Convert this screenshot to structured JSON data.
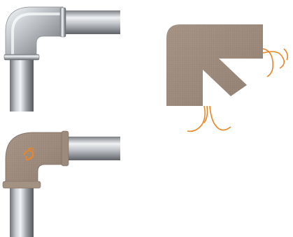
{
  "illustration": {
    "panels": [
      {
        "id": "metal-elbow",
        "description_icon": "steel-elbow-pipe"
      },
      {
        "id": "wrap-template",
        "description_icon": "elbow-wrap-template"
      },
      {
        "id": "wrapped-elbow",
        "description_icon": "wrapped-elbow-pipe"
      }
    ]
  },
  "colors": {
    "steel_light": "#e9ecef",
    "steel_mid": "#a9adb2",
    "steel_dark": "#5d6166",
    "felt": "#9c8a7c",
    "felt_light": "#b7a596",
    "felt_dark": "#7d6b5e",
    "tie_orange": "#e8862a",
    "background": "#ffffff"
  }
}
